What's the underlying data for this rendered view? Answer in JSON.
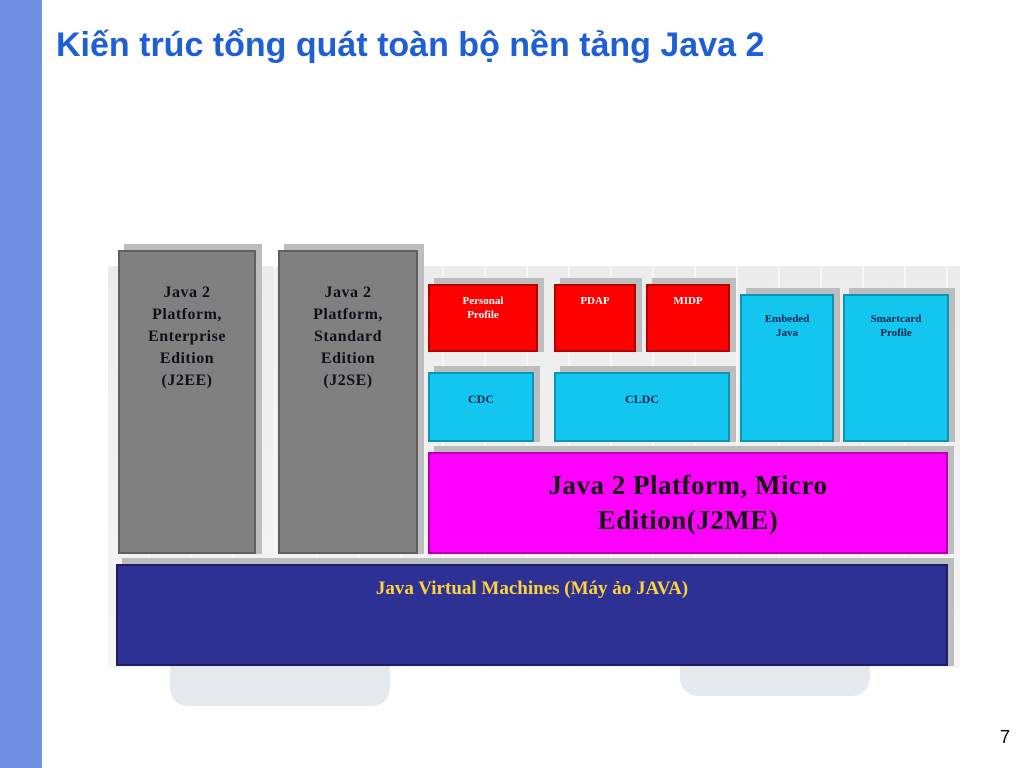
{
  "slide": {
    "title": "Kiến trúc tổng quát toàn bộ nền tảng Java 2",
    "page_number": "7"
  },
  "diagram": {
    "j2ee": "Java 2\nPlatform,\nEnterprise\nEdition\n(J2EE)",
    "j2se": "Java 2\nPlatform,\nStandard\nEdition\n(J2SE)",
    "personal_profile": "Personal\nProfile",
    "pdap": "PDAP",
    "midp": "MIDP",
    "embedded_java": "Embeded\nJava",
    "smartcard_profile": "Smartcard\nProfile",
    "cdc": "CDC",
    "cldc": "CLDC",
    "j2me": "Java 2 Platform, Micro\nEdition(J2ME)",
    "jvm": "Java Virtual Machines (Máy ảo JAVA)"
  },
  "colors": {
    "title": "#1f5fd6",
    "left_bar": "#6f8fe0",
    "gray_block": "#808080",
    "red_block": "#ff0000",
    "cyan_block": "#12c6f0",
    "magenta_block": "#ff00ff",
    "jvm_block": "#2e3194",
    "jvm_text": "#ffd23a"
  }
}
